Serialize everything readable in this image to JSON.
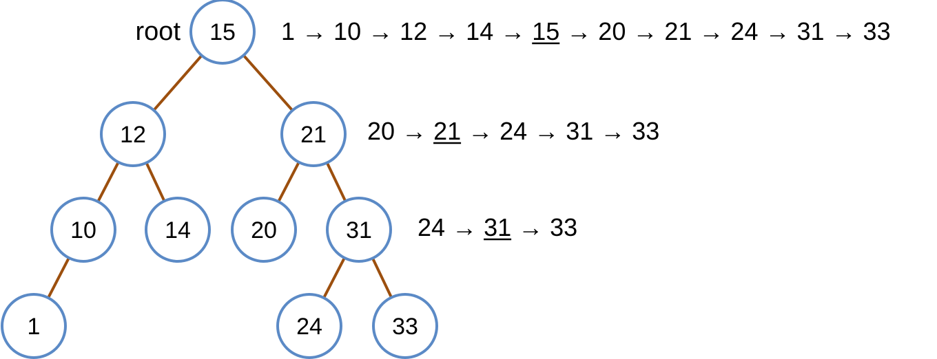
{
  "root_label": "root",
  "tree": {
    "nodes": [
      {
        "id": "n15",
        "value": "15"
      },
      {
        "id": "n12",
        "value": "12"
      },
      {
        "id": "n21",
        "value": "21"
      },
      {
        "id": "n10",
        "value": "10"
      },
      {
        "id": "n14",
        "value": "14"
      },
      {
        "id": "n20",
        "value": "20"
      },
      {
        "id": "n31",
        "value": "31"
      },
      {
        "id": "n1",
        "value": "1"
      },
      {
        "id": "n24",
        "value": "24"
      },
      {
        "id": "n33",
        "value": "33"
      }
    ],
    "edges": [
      [
        "n15",
        "n12"
      ],
      [
        "n15",
        "n21"
      ],
      [
        "n12",
        "n10"
      ],
      [
        "n12",
        "n14"
      ],
      [
        "n21",
        "n20"
      ],
      [
        "n21",
        "n31"
      ],
      [
        "n10",
        "n1"
      ],
      [
        "n31",
        "n24"
      ],
      [
        "n31",
        "n33"
      ]
    ]
  },
  "sequences": [
    {
      "id": "seq-root",
      "items": [
        "1",
        "10",
        "12",
        "14",
        "15",
        "20",
        "21",
        "24",
        "31",
        "33"
      ],
      "highlight": "15",
      "separator": "→"
    },
    {
      "id": "seq-21",
      "items": [
        "20",
        "21",
        "24",
        "31",
        "33"
      ],
      "highlight": "21",
      "separator": "→"
    },
    {
      "id": "seq-31",
      "items": [
        "24",
        "31",
        "33"
      ],
      "highlight": "31",
      "separator": "→"
    }
  ],
  "colors": {
    "node_stroke": "#5b8ac6",
    "edge": "#9c4f0e",
    "text": "#000000"
  }
}
